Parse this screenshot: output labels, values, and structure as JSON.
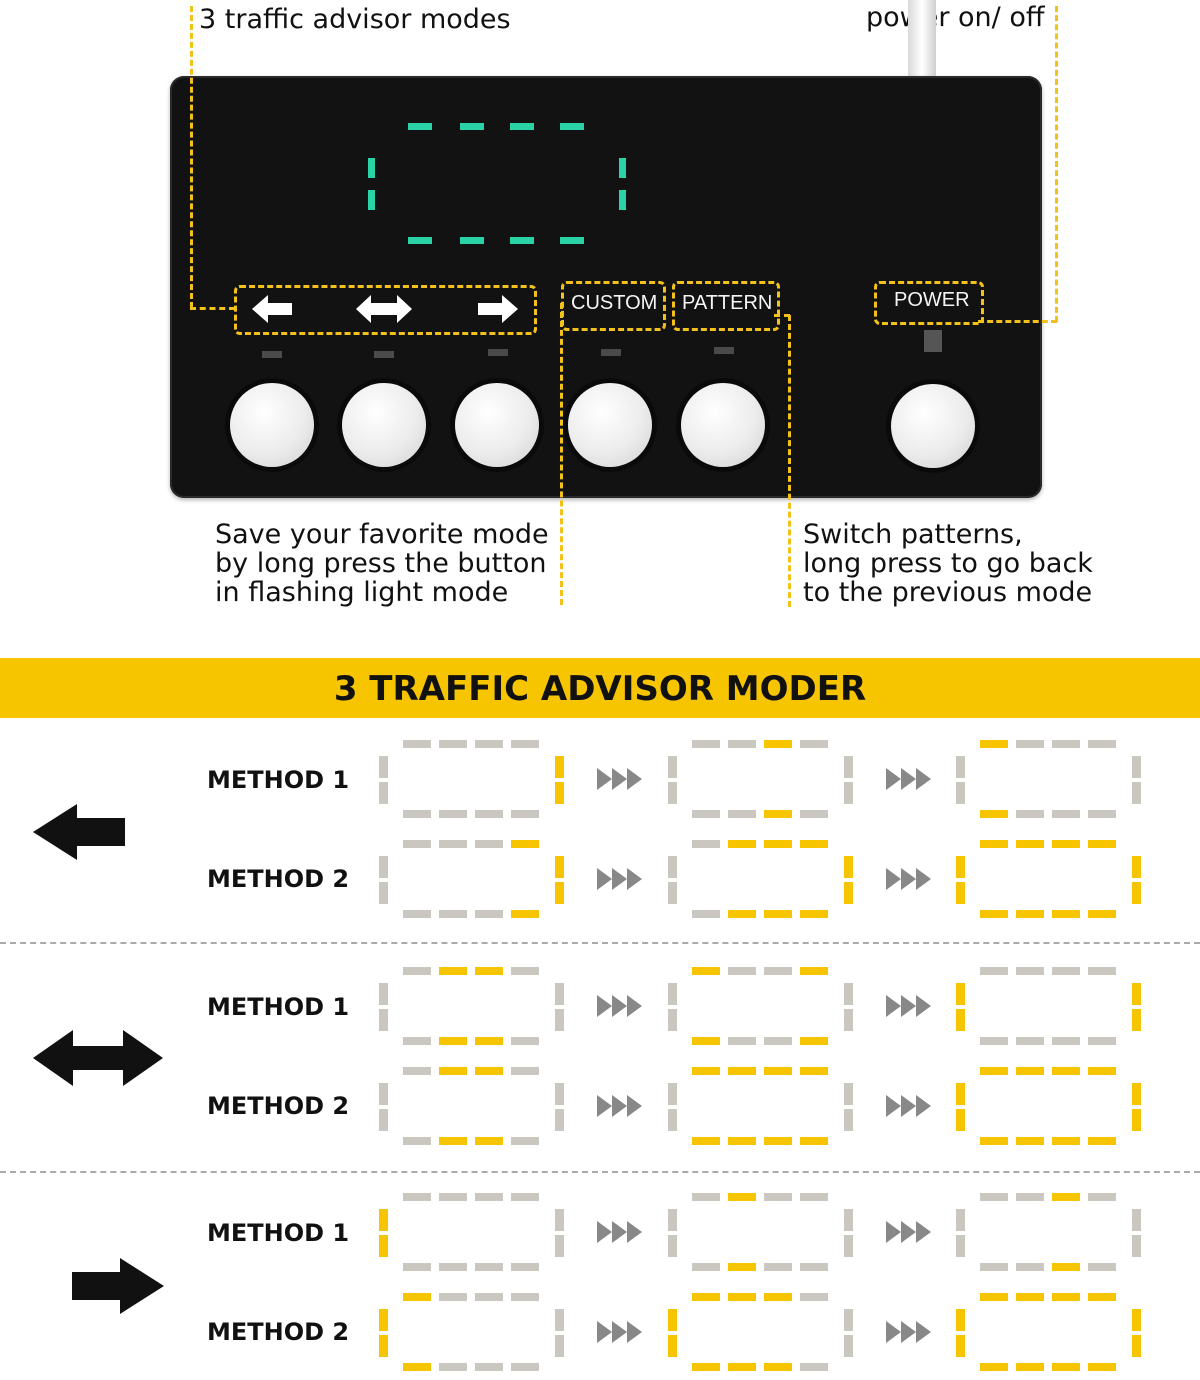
{
  "callouts": {
    "modes_label": "3 traffic advisor modes",
    "power_label": "power on/ off",
    "custom_note": [
      "Save your favorite mode",
      "by long press the button",
      "in flashing light mode"
    ],
    "pattern_note": [
      "Switch patterns,",
      "long press to go back",
      "to the previous mode"
    ]
  },
  "panel": {
    "custom_label": "CUSTOM",
    "pattern_label": "PATTERN",
    "power_label": "POWER",
    "display_color": "#29d3a6",
    "buttons": [
      "left-button",
      "center-out-button",
      "right-button",
      "custom-button",
      "pattern-button",
      "power-button"
    ]
  },
  "banner": {
    "title": "3 TRAFFIC ADVISOR MODER",
    "color": "#f6c500"
  },
  "colors": {
    "lit": "#f6c500",
    "unlit": "#c9c7bf"
  },
  "sections": [
    {
      "direction": "left",
      "methods": [
        {
          "label": "METHOD 1",
          "frames": [
            {
              "top": [
                0,
                0,
                0,
                0
              ],
              "bottom": [
                0,
                0,
                0,
                0
              ],
              "left": 0,
              "right": 1
            },
            {
              "top": [
                0,
                0,
                1,
                0
              ],
              "bottom": [
                0,
                0,
                1,
                0
              ],
              "left": 0,
              "right": 0
            },
            {
              "top": [
                1,
                0,
                0,
                0
              ],
              "bottom": [
                1,
                0,
                0,
                0
              ],
              "left": 0,
              "right": 0
            }
          ]
        },
        {
          "label": "METHOD 2",
          "frames": [
            {
              "top": [
                0,
                0,
                0,
                1
              ],
              "bottom": [
                0,
                0,
                0,
                1
              ],
              "left": 0,
              "right": 1
            },
            {
              "top": [
                0,
                1,
                1,
                1
              ],
              "bottom": [
                0,
                1,
                1,
                1
              ],
              "left": 0,
              "right": 1
            },
            {
              "top": [
                1,
                1,
                1,
                1
              ],
              "bottom": [
                1,
                1,
                1,
                1
              ],
              "left": 1,
              "right": 1
            }
          ]
        }
      ]
    },
    {
      "direction": "center-out",
      "methods": [
        {
          "label": "METHOD 1",
          "frames": [
            {
              "top": [
                0,
                1,
                1,
                0
              ],
              "bottom": [
                0,
                1,
                1,
                0
              ],
              "left": 0,
              "right": 0
            },
            {
              "top": [
                1,
                0,
                0,
                1
              ],
              "bottom": [
                1,
                0,
                0,
                1
              ],
              "left": 0,
              "right": 0
            },
            {
              "top": [
                0,
                0,
                0,
                0
              ],
              "bottom": [
                0,
                0,
                0,
                0
              ],
              "left": 1,
              "right": 1
            }
          ]
        },
        {
          "label": "METHOD 2",
          "frames": [
            {
              "top": [
                0,
                1,
                1,
                0
              ],
              "bottom": [
                0,
                1,
                1,
                0
              ],
              "left": 0,
              "right": 0
            },
            {
              "top": [
                1,
                1,
                1,
                1
              ],
              "bottom": [
                1,
                1,
                1,
                1
              ],
              "left": 0,
              "right": 0
            },
            {
              "top": [
                1,
                1,
                1,
                1
              ],
              "bottom": [
                1,
                1,
                1,
                1
              ],
              "left": 1,
              "right": 1
            }
          ]
        }
      ]
    },
    {
      "direction": "right",
      "methods": [
        {
          "label": "METHOD 1",
          "frames": [
            {
              "top": [
                0,
                0,
                0,
                0
              ],
              "bottom": [
                0,
                0,
                0,
                0
              ],
              "left": 1,
              "right": 0
            },
            {
              "top": [
                0,
                1,
                0,
                0
              ],
              "bottom": [
                0,
                1,
                0,
                0
              ],
              "left": 0,
              "right": 0
            },
            {
              "top": [
                0,
                0,
                1,
                0
              ],
              "bottom": [
                0,
                0,
                1,
                0
              ],
              "left": 0,
              "right": 0
            }
          ]
        },
        {
          "label": "METHOD 2",
          "frames": [
            {
              "top": [
                1,
                0,
                0,
                0
              ],
              "bottom": [
                1,
                0,
                0,
                0
              ],
              "left": 1,
              "right": 0
            },
            {
              "top": [
                1,
                1,
                1,
                0
              ],
              "bottom": [
                1,
                1,
                1,
                0
              ],
              "left": 1,
              "right": 0
            },
            {
              "top": [
                1,
                1,
                1,
                1
              ],
              "bottom": [
                1,
                1,
                1,
                1
              ],
              "left": 1,
              "right": 1
            }
          ]
        }
      ]
    }
  ]
}
